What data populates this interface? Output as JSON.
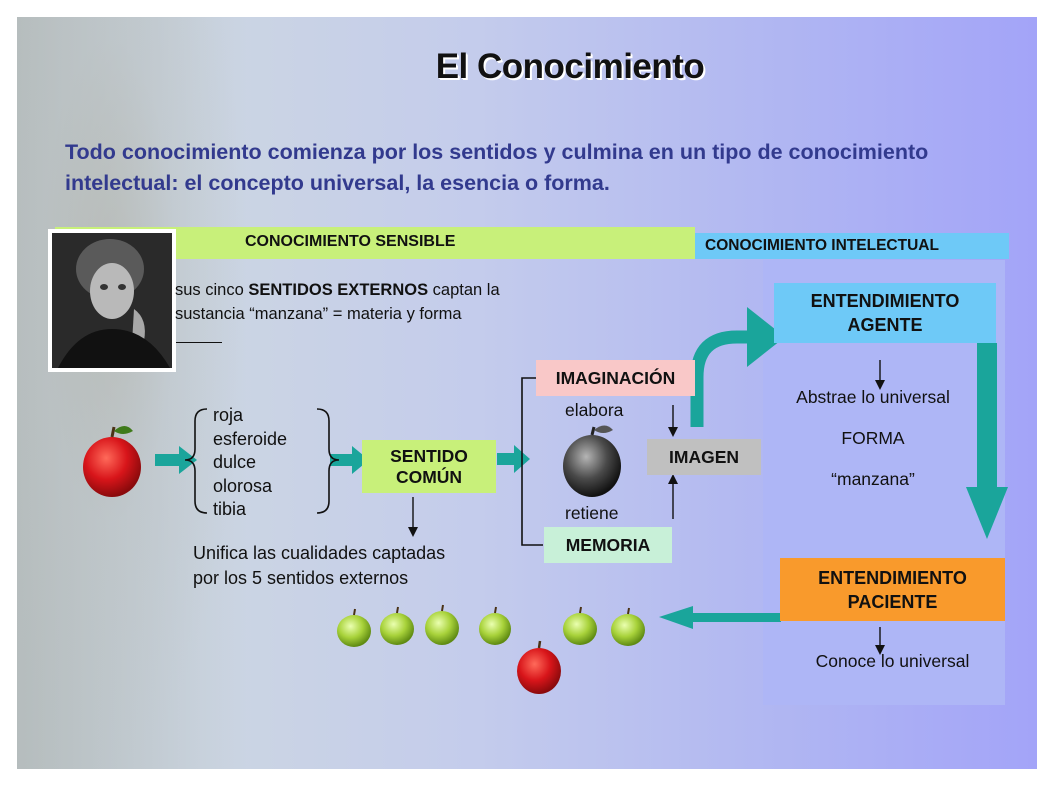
{
  "title": "El Conocimiento",
  "intro": "Todo conocimiento comienza por los sentidos y culmina en un tipo de conocimiento intelectual: el concepto universal, la esencia o forma.",
  "sensible": {
    "label": "CONOCIMIENTO SENSIBLE",
    "senses_pre": "sus cinco ",
    "senses_bold": "SENTIDOS EXTERNOS",
    "senses_post": " captan la",
    "senses_line2": "sustancia  “manzana” = materia y forma",
    "qualities": [
      "roja",
      "esferoide",
      "dulce",
      "olorosa",
      "tibia"
    ],
    "sentido_comun": [
      "SENTIDO",
      "COMÚN"
    ],
    "unifica": [
      "Unifica las cualidades captadas",
      "por los 5 sentidos externos"
    ],
    "imaginacion": "IMAGINACIÓN",
    "elabora": "elabora",
    "retiene": "retiene",
    "memoria": "MEMORIA",
    "imagen": "IMAGEN"
  },
  "intelectual": {
    "label": "CONOCIMIENTO INTELECTUAL",
    "agente": [
      "ENTENDIMIENTO",
      "AGENTE"
    ],
    "abstrae": "Abstrae lo universal",
    "forma": "FORMA",
    "manzana": "“manzana”",
    "paciente": [
      "ENTENDIMIENTO",
      "PACIENTE"
    ],
    "conoce": "Conoce lo universal"
  },
  "colors": {
    "heading": "#323a8e",
    "green_band": "#c8f07a",
    "blue_band": "#6ec9f7",
    "sentido_comun_box": "#c8f07a",
    "imaginacion_box": "#f9c8c8",
    "memoria_box": "#c8f0d8",
    "imagen_box": "#c0c0c0",
    "agente_box": "#6ec9f7",
    "paciente_box": "#f99a2c",
    "arrow": "#1aa59b"
  }
}
